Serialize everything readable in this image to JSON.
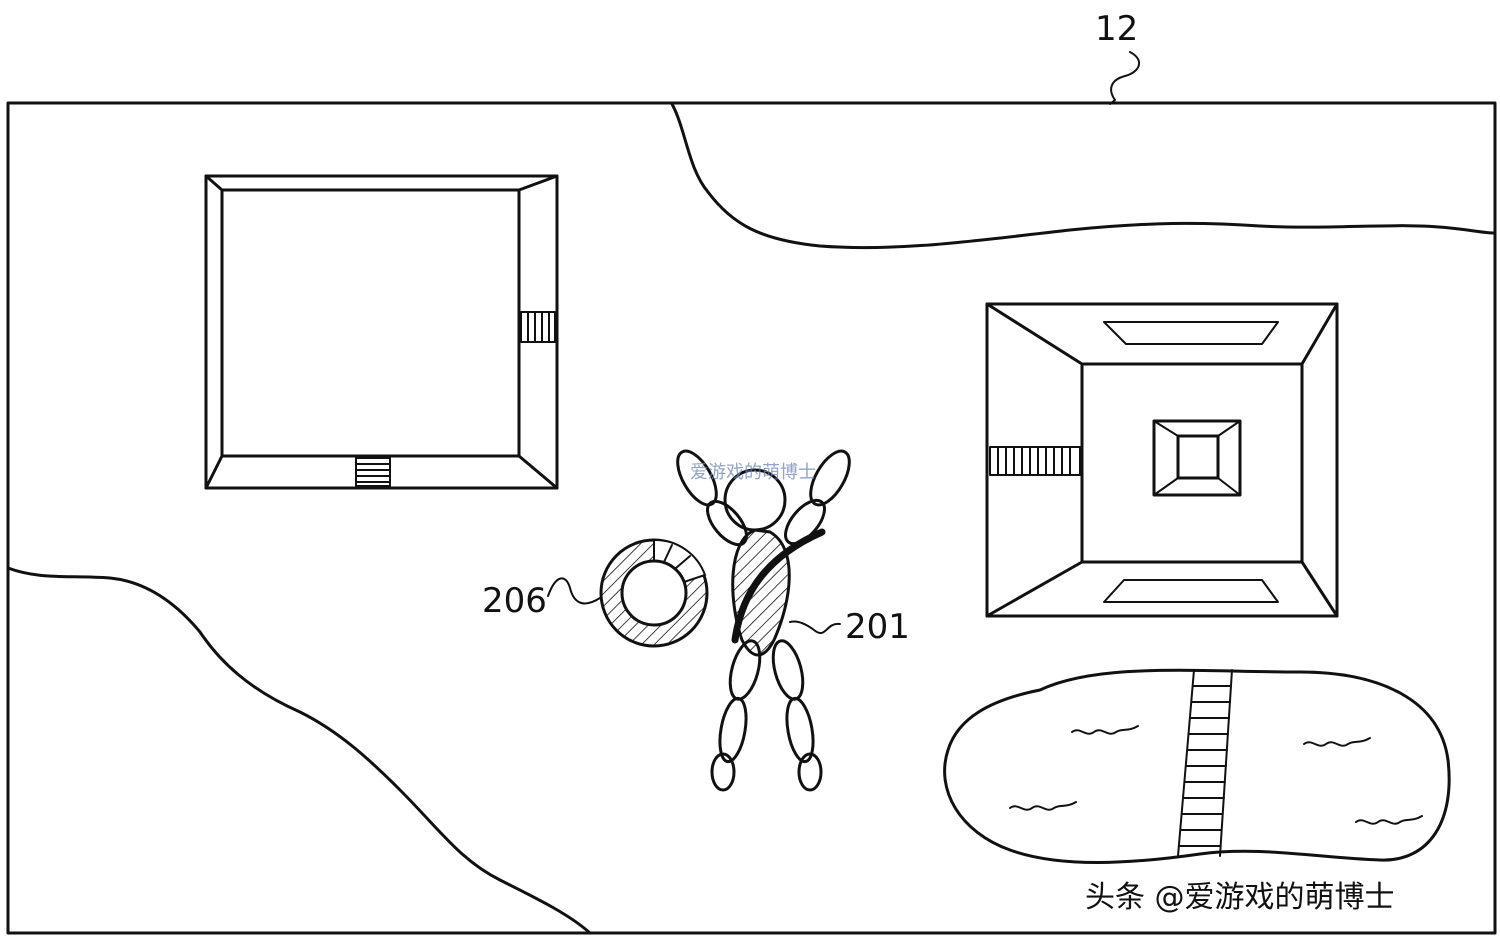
{
  "labels": {
    "display_ref": "12",
    "item_ref": "206",
    "character_ref": "201"
  },
  "watermark": {
    "text": "头条 @爱游戏的萌博士",
    "faint_text": "爱游戏的萌博士"
  },
  "colors": {
    "stroke": "#111111",
    "background": "#ffffff",
    "faint_watermark": "#6f86b8"
  }
}
